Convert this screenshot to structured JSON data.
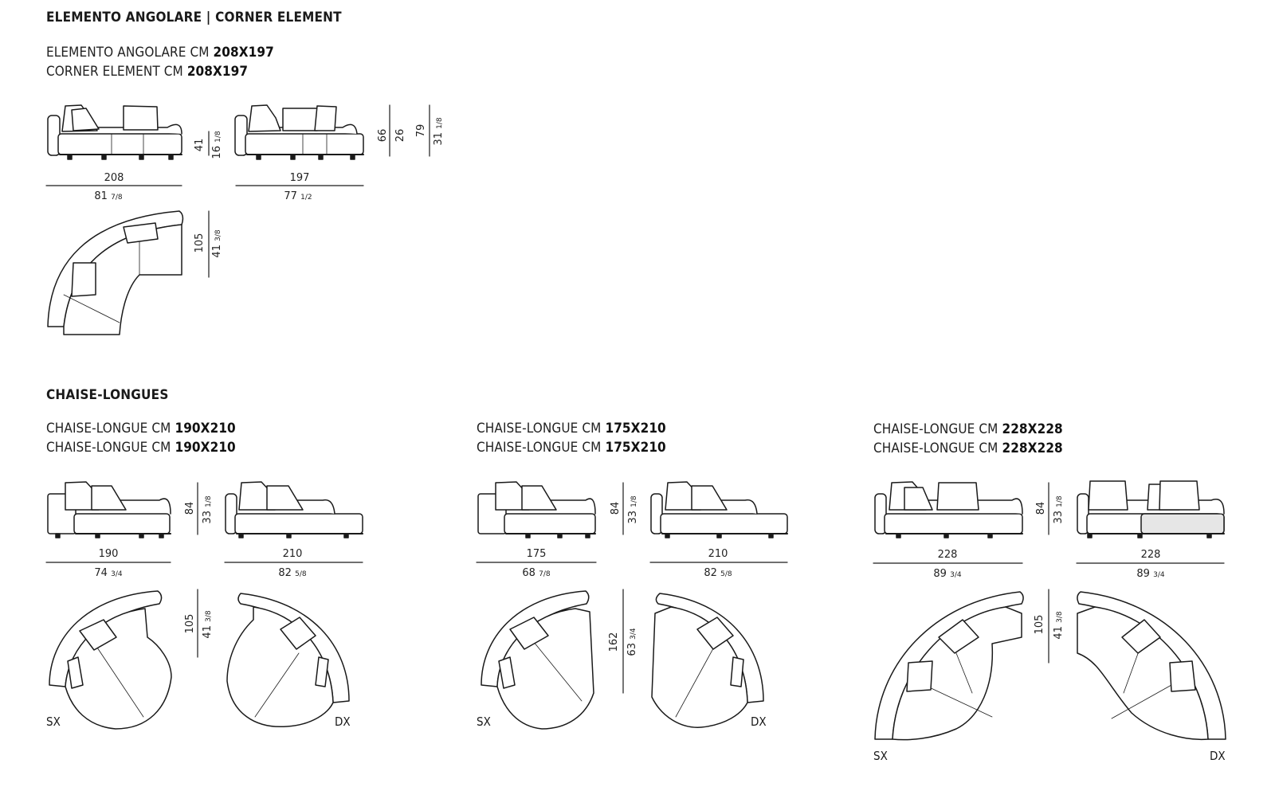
{
  "sections": {
    "corner": {
      "title": "ELEMENTO ANGOLARE | CORNER ELEMENT",
      "line1_prefix": "ELEMENTO ANGOLARE CM ",
      "line1_size": "208X197",
      "line2_prefix": "CORNER ELEMENT CM ",
      "line2_size": "208X197",
      "front_width_cm": "208",
      "front_width_in": "81",
      "front_width_in_frac": "7/8",
      "side_width_cm": "197",
      "side_width_in": "77",
      "side_width_in_frac": "1/2",
      "seat_height_cm": "41",
      "seat_height_in": "16",
      "seat_height_in_frac": "1/8",
      "height_a_cm": "66",
      "height_b_cm": "26",
      "height_c_cm": "79",
      "height_c_in": "31",
      "height_c_in_frac": "1/8",
      "depth_cm": "105",
      "depth_in": "41",
      "depth_in_frac": "3/8"
    },
    "chaise": {
      "title": "CHAISE-LONGUES",
      "groups": [
        {
          "line1_prefix": "CHAISE-LONGUE CM ",
          "line1_size": "190X210",
          "line2_prefix": "CHAISE-LONGUE CM ",
          "line2_size": "190X210",
          "w1_cm": "190",
          "w1_in": "74",
          "w1_frac": "3/4",
          "w2_cm": "210",
          "w2_in": "82",
          "w2_frac": "5/8",
          "h_cm": "84",
          "h_in": "33",
          "h_frac": "1/8",
          "d_cm": "105",
          "d_in": "41",
          "d_frac": "3/8",
          "left_label": "SX",
          "right_label": "DX"
        },
        {
          "line1_prefix": "CHAISE-LONGUE CM ",
          "line1_size": "175X210",
          "line2_prefix": "CHAISE-LONGUE CM ",
          "line2_size": "175X210",
          "w1_cm": "175",
          "w1_in": "68",
          "w1_frac": "7/8",
          "w2_cm": "210",
          "w2_in": "82",
          "w2_frac": "5/8",
          "h_cm": "84",
          "h_in": "33",
          "h_frac": "1/8",
          "d_cm": "162",
          "d_in": "63",
          "d_frac": "3/4",
          "left_label": "SX",
          "right_label": "DX"
        },
        {
          "line1_prefix": "CHAISE-LONGUE CM ",
          "line1_size": "228X228",
          "line2_prefix": "CHAISE-LONGUE CM ",
          "line2_size": "228X228",
          "w1_cm": "228",
          "w1_in": "89",
          "w1_frac": "3/4",
          "w2_cm": "228",
          "w2_in": "89",
          "w2_frac": "3/4",
          "h_cm": "84",
          "h_in": "33",
          "h_frac": "1/8",
          "d_cm": "105",
          "d_in": "41",
          "d_frac": "3/8",
          "left_label": "SX",
          "right_label": "DX"
        }
      ]
    }
  },
  "colors": {
    "ink": "#1a1a1a",
    "fill": "#ffffff",
    "shade": "#e6e6e6"
  }
}
